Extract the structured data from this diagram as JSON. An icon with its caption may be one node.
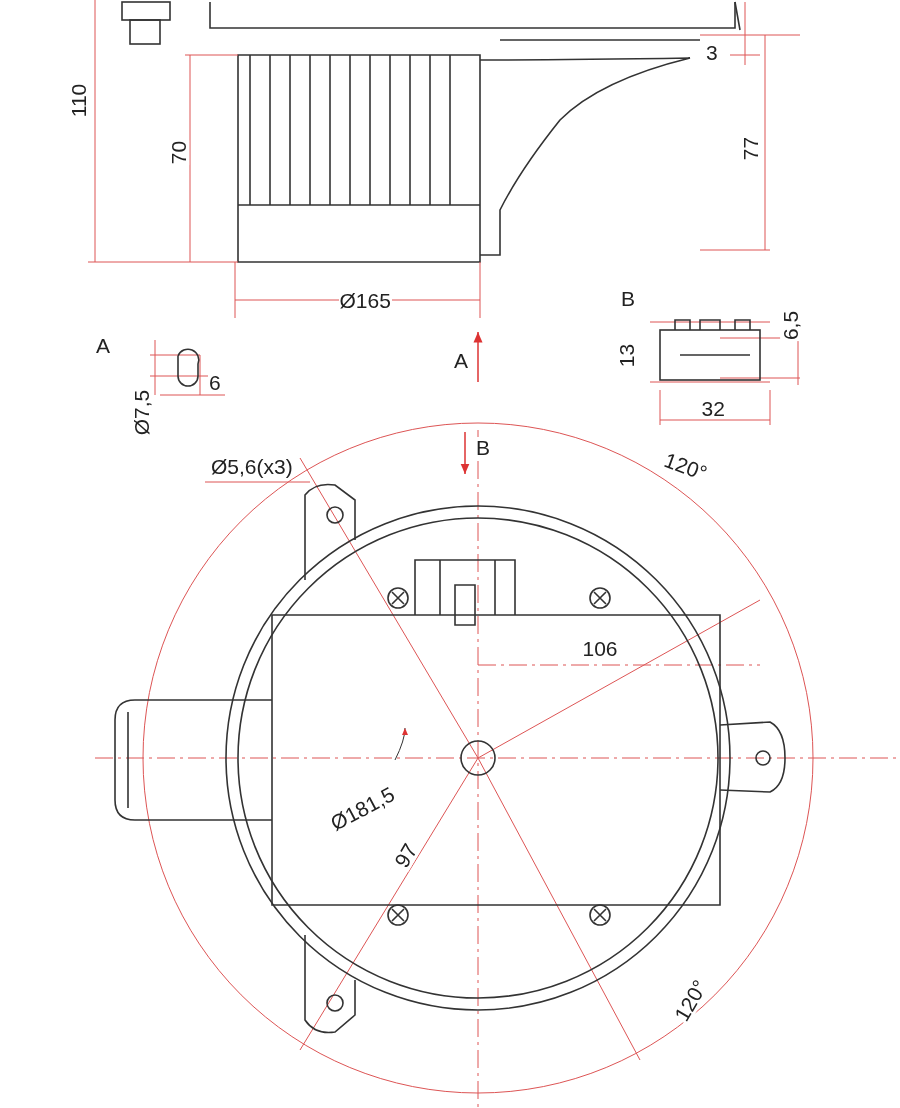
{
  "diagram": {
    "labels": [
      "110",
      "70",
      "3",
      "77",
      "Ø165",
      "A",
      "A",
      "Ø7,5",
      "6",
      "B",
      "13",
      "6,5",
      "32",
      "B",
      "Ø5,6(x3)",
      "120°",
      "106",
      "Ø181,5",
      "97",
      "120°"
    ]
  }
}
